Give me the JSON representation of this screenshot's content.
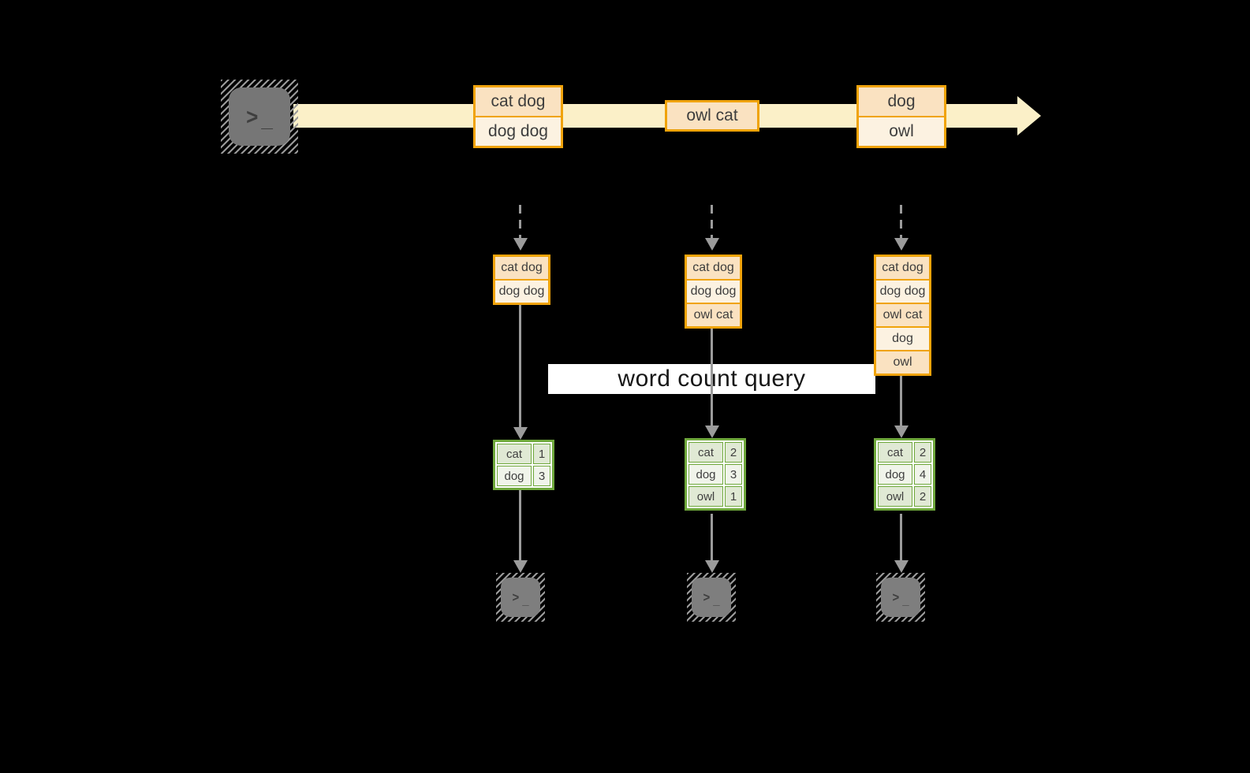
{
  "query_label": "word count query",
  "icons": {
    "terminal_glyph_prompt": ">",
    "terminal_glyph_cursor": "_"
  },
  "stream_batches": [
    [
      "cat dog",
      "dog dog"
    ],
    [
      "owl cat"
    ],
    [
      "dog",
      "owl"
    ]
  ],
  "state_boxes": [
    [
      "cat dog",
      "dog dog"
    ],
    [
      "cat dog",
      "dog dog",
      "owl cat"
    ],
    [
      "cat dog",
      "dog dog",
      "owl cat",
      "dog",
      "owl"
    ]
  ],
  "count_tables": [
    [
      [
        "cat",
        "1"
      ],
      [
        "dog",
        "3"
      ]
    ],
    [
      [
        "cat",
        "2"
      ],
      [
        "dog",
        "3"
      ],
      [
        "owl",
        "1"
      ]
    ],
    [
      [
        "cat",
        "2"
      ],
      [
        "dog",
        "4"
      ],
      [
        "owl",
        "2"
      ]
    ]
  ],
  "colors": {
    "background": "#000000",
    "stream_band": "#FBF0C8",
    "amber_border": "#F0A30A",
    "peach_fill": "#FAE2C1",
    "cream_fill": "#FCF2E1",
    "green_border": "#6FA83C",
    "green_cell": "#E0E9D4",
    "green_cell_alt": "#F0F4EA",
    "arrow_gray": "#9B9B9B",
    "terminal_gray": "#7A7A7A",
    "query_text": "#161616"
  }
}
